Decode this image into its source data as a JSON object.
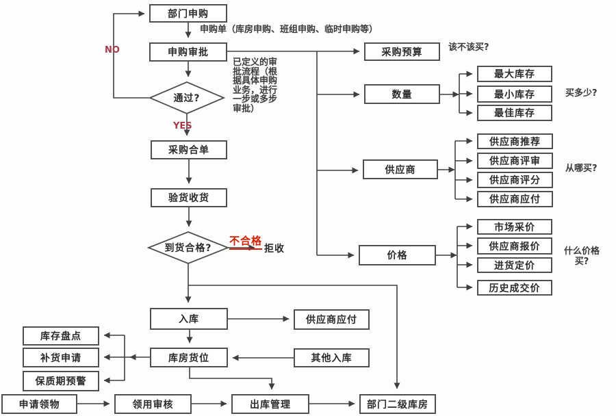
{
  "flow": {
    "dept_request": "部门申购",
    "request_approval": "申购审批",
    "pass_decision": "通过?",
    "purchase_order": "采购合单",
    "inspect_receive": "验货收货",
    "arrival_decision": "到货合格?",
    "warehouse_in": "入库",
    "warehouse_location": "库房货位",
    "outbound_mgmt": "出库管理",
    "dept_sub_warehouse": "部门二级库房"
  },
  "left_branch": {
    "inventory_check": "库存盘点",
    "replenish_request": "补货申请",
    "shelf_life_alert": "保质期预警",
    "request_items": "申请领物",
    "use_approval": "领用审核"
  },
  "inbound_branch": {
    "supplier_payable": "供应商应付",
    "other_inbound": "其他入库"
  },
  "decision_factors": {
    "purchase_budget": {
      "label": "采购预算",
      "question": "该不该买?"
    },
    "quantity": {
      "label": "数量",
      "question": "买多少?",
      "children": [
        "最大库存",
        "最小库存",
        "最佳库存"
      ]
    },
    "supplier": {
      "label": "供应商",
      "question": "从哪买?",
      "children": [
        "供应商推荐",
        "供应商评审",
        "供应商评分",
        "供应商应付"
      ]
    },
    "price": {
      "label": "价格",
      "question": "什么价格\n买?",
      "children": [
        "市场采价",
        "供应商报价",
        "进货定价",
        "历史成交价"
      ]
    }
  },
  "edge_labels": {
    "no": "NO",
    "yes": "YES",
    "fail": "不合格",
    "reject": "拒收"
  },
  "annotations": {
    "purchase_note": "申购单（库房申购、班组申购、临时申购等）",
    "approval_note": "已定义的审\n批流程（根\n据具体申购\n业务，进行\n一步或多步\n审批）"
  },
  "colors": {
    "line": "#3f3f3f",
    "box_border": "#4f4f4f",
    "text": "#2b2b2b",
    "red_label": "#a43a4a",
    "fail_red": "#d42000"
  }
}
